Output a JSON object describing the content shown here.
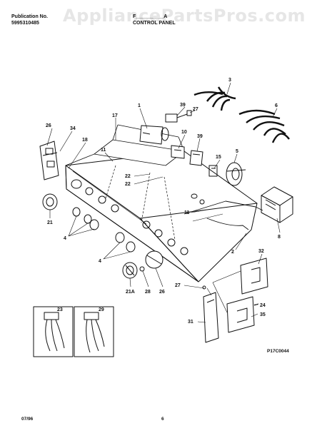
{
  "header": {
    "publication_label": "Publication No.",
    "publication_number": "5995310485",
    "model_number_partial": "F__________A",
    "section_title": "CONTROL PANEL"
  },
  "watermark": "AppliancePartsPros.com",
  "figure_code": "P17C0044",
  "footer": {
    "date": "07/96",
    "page_number": "6"
  },
  "callouts": [
    "3",
    "39",
    "27",
    "1",
    "17",
    "10",
    "39",
    "34",
    "18",
    "15",
    "5",
    "11",
    "22",
    "22",
    "6",
    "21",
    "11",
    "8",
    "4",
    "2",
    "4",
    "32",
    "24",
    "35",
    "21A",
    "28",
    "26",
    "27",
    "23",
    "29",
    "31"
  ]
}
